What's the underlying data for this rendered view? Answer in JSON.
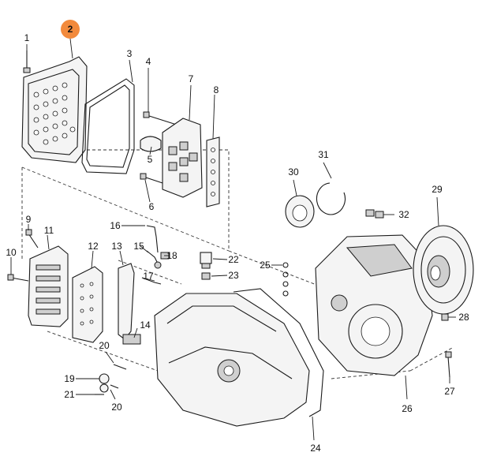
{
  "highlight": {
    "label": "2",
    "color": "#f28a3c"
  },
  "callouts": [
    {
      "label": "1"
    },
    {
      "label": "3"
    },
    {
      "label": "4"
    },
    {
      "label": "5"
    },
    {
      "label": "6"
    },
    {
      "label": "7"
    },
    {
      "label": "8"
    },
    {
      "label": "9"
    },
    {
      "label": "10"
    },
    {
      "label": "11"
    },
    {
      "label": "12"
    },
    {
      "label": "13"
    },
    {
      "label": "14"
    },
    {
      "label": "15"
    },
    {
      "label": "16"
    },
    {
      "label": "17"
    },
    {
      "label": "18"
    },
    {
      "label": "19"
    },
    {
      "label": "20"
    },
    {
      "label": "20"
    },
    {
      "label": "21"
    },
    {
      "label": "22"
    },
    {
      "label": "23"
    },
    {
      "label": "24"
    },
    {
      "label": "25"
    },
    {
      "label": "26"
    },
    {
      "label": "27"
    },
    {
      "label": "28"
    },
    {
      "label": "29"
    },
    {
      "label": "30"
    },
    {
      "label": "31"
    },
    {
      "label": "32"
    }
  ]
}
